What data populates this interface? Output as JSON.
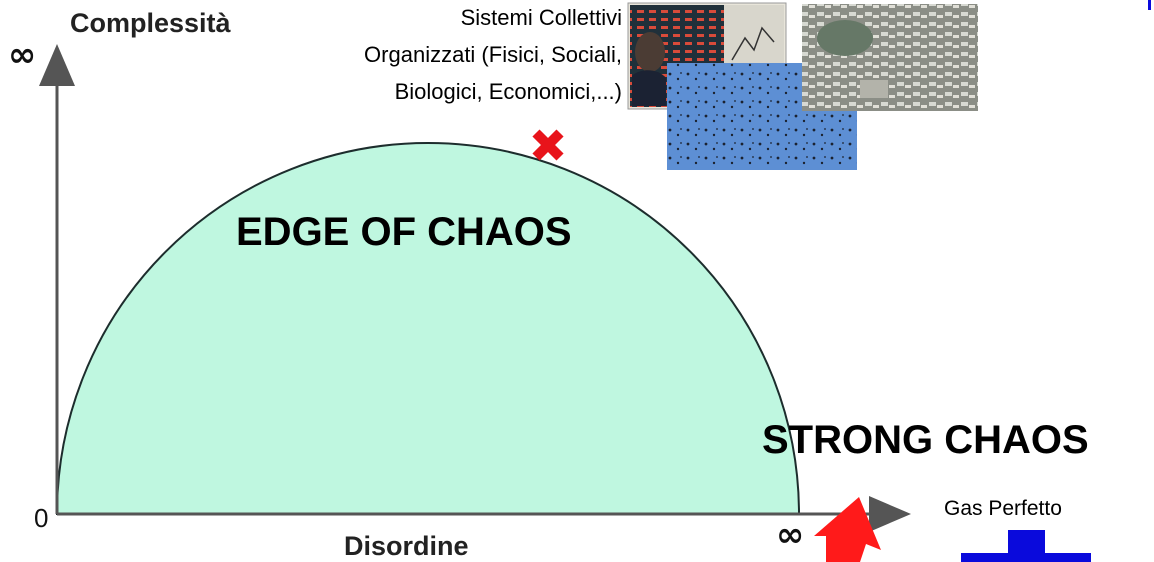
{
  "diagram": {
    "y_axis_title": "Complessità",
    "x_axis_title": "Disordine",
    "infinity_symbol": "∞",
    "origin_label": "0",
    "region_label": "EDGE OF CHAOS",
    "strong_chaos_label": "STRONG CHAOS",
    "gas_label": "Gas Perfetto",
    "systems_caption": [
      "Sistemi Collettivi",
      "Organizzati (Fisici, Sociali,",
      "Biologici, Economici,...)"
    ],
    "colors": {
      "region_fill": "#bff7e0",
      "marker": "#e8141b",
      "arrow": "#ff1a1a",
      "gas_block": "#0a0adc",
      "axis": "#555555"
    }
  }
}
